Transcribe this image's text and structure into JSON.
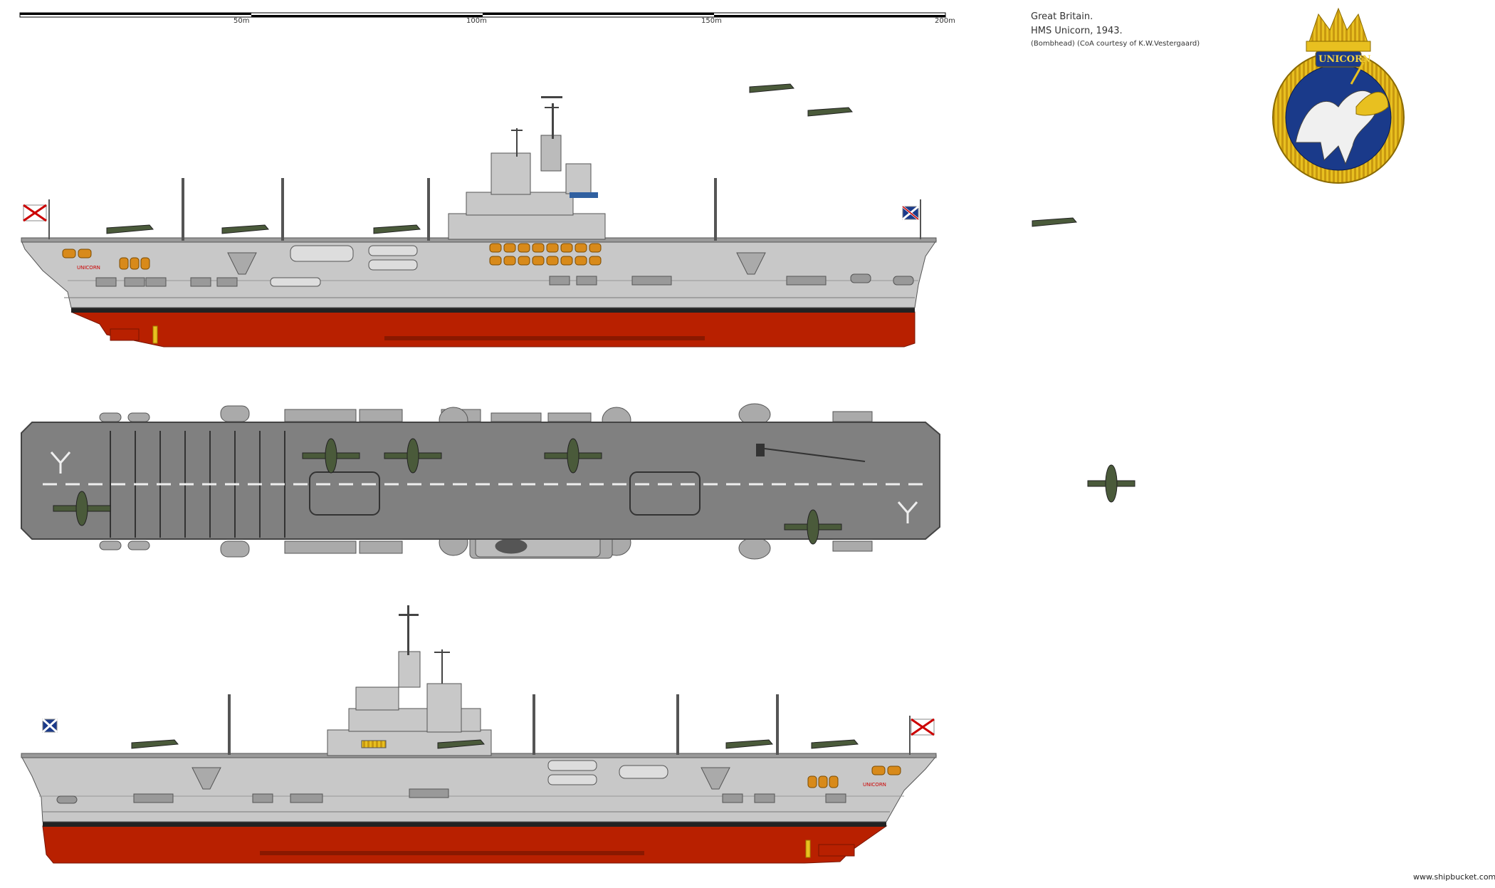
{
  "info": {
    "line1": "Great Britain.",
    "line2": "HMS Unicorn, 1943.",
    "line3": "(Bombhead) (CoA courtesy of K.W.Vestergaard)"
  },
  "scale_bar": {
    "labels": [
      "50m",
      "100m",
      "150m",
      "200m"
    ]
  },
  "crest": {
    "name": "UNICORN"
  },
  "hull_name": "UNICORN",
  "watermark": "www.shipbucket.com",
  "colors": {
    "hull_grey": "#c8c8c8",
    "deck_grey": "#808080",
    "antifouling_red": "#b82000",
    "boot_top": "#222222",
    "boat_orange": "#d88a1a",
    "crest_gold": "#e8c020",
    "crest_blue": "#1a3a8a"
  }
}
